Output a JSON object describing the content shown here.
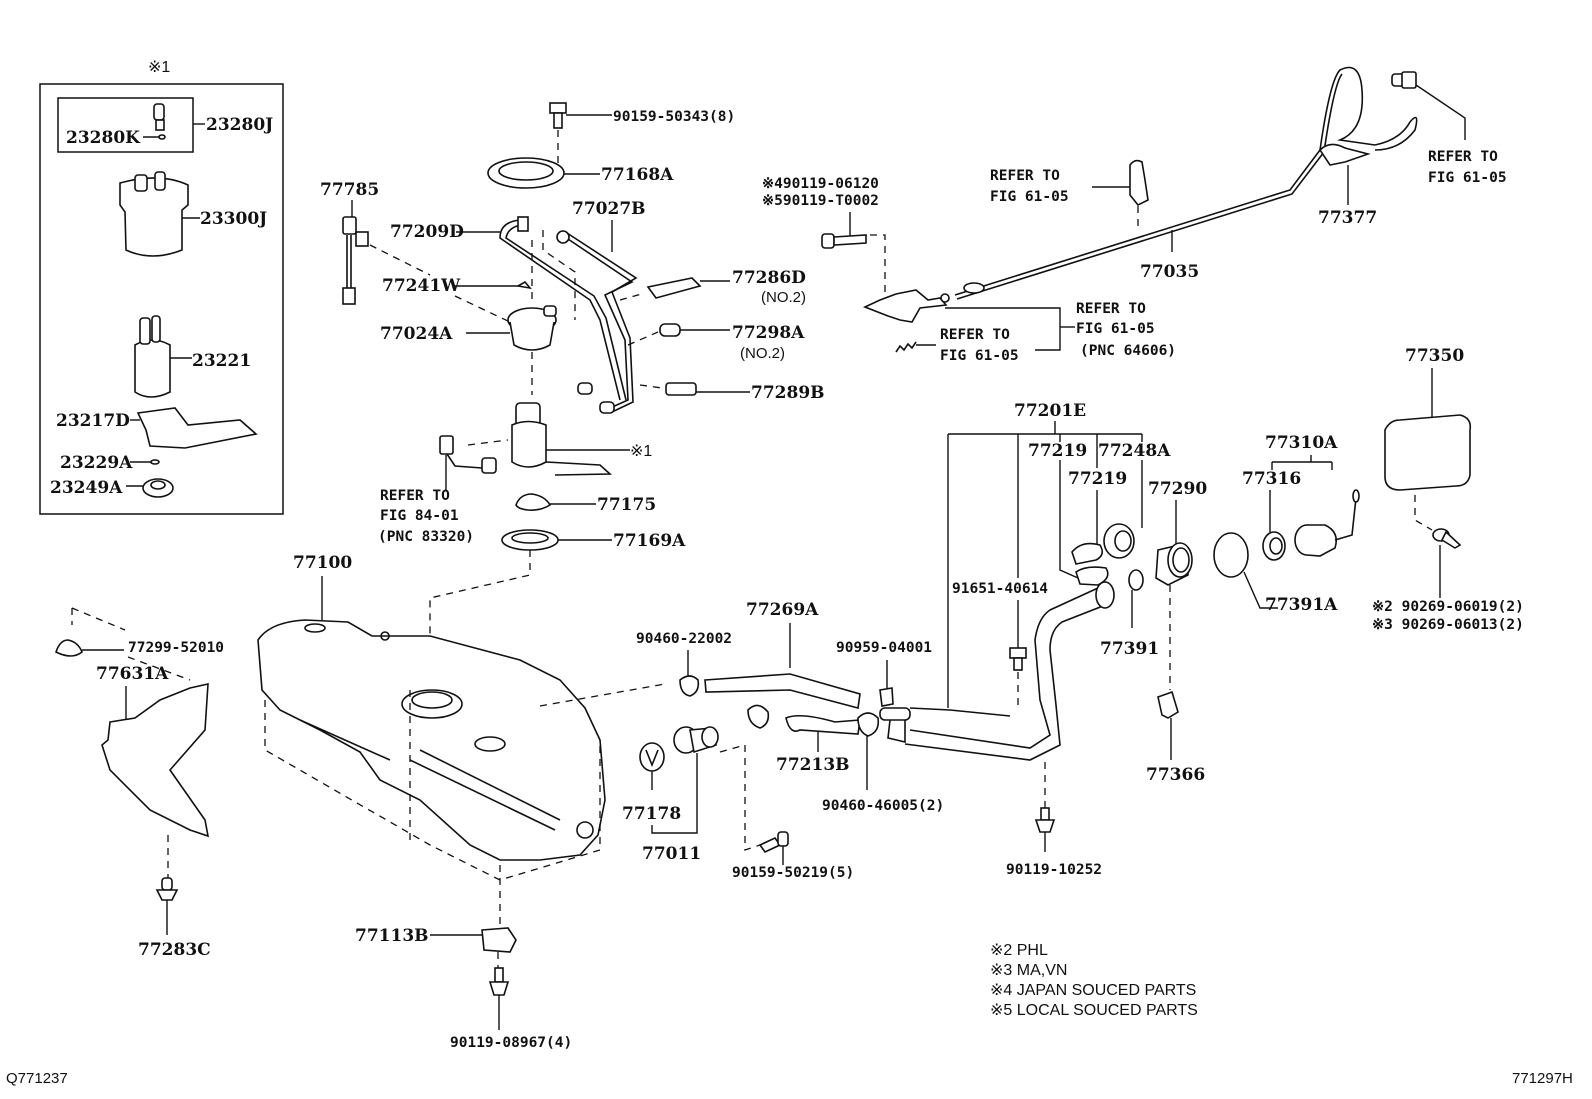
{
  "diagram": {
    "subassembly_marker": "※1",
    "subassembly_parts": {
      "p23280J": "23280J",
      "p23280K": "23280K",
      "p23300J": "23300J",
      "p23221": "23221",
      "p23217D": "23217D",
      "p23229A": "23229A",
      "p23249A": "23249A"
    },
    "parts": {
      "p90159_50343": "90159-50343(8)",
      "p77168A": "77168A",
      "p77785": "77785",
      "p77209D": "77209D",
      "p77027B": "77027B",
      "p77241W": "77241W",
      "p77286D": "77286D",
      "p77286D_note": "(NO.2)",
      "p77024A": "77024A",
      "p77298A": "77298A",
      "p77298A_note": "(NO.2)",
      "p77289B": "77289B",
      "pump_ref": "※1",
      "p77175": "77175",
      "p77169A": "77169A",
      "p490119": "※490119-06120",
      "p590119": "※590119-T0002",
      "p77035": "77035",
      "p77377": "77377",
      "p77350": "77350",
      "p77201E": "77201E",
      "p77219a": "77219",
      "p77219b": "77219",
      "p77248A": "77248A",
      "p77290": "77290",
      "p77310A": "77310A",
      "p77316": "77316",
      "p91651": "91651-40614",
      "p77391": "77391",
      "p77391A": "77391A",
      "p90269_a": "※2 90269-06019(2)",
      "p90269_b": "※3 90269-06013(2)",
      "p77100": "77100",
      "p77299": "77299-52010",
      "p77631A": "77631A",
      "p77283C": "77283C",
      "p90460_22002": "90460-22002",
      "p77269A": "77269A",
      "p90959": "90959-04001",
      "p77213B": "77213B",
      "p90460_46005": "90460-46005(2)",
      "p77178": "77178",
      "p77011": "77011",
      "p90159_50219": "90159-50219(5)",
      "p77366": "77366",
      "p90119_10252": "90119-10252",
      "p77113B": "77113B",
      "p90119_08967": "90119-08967(4)"
    },
    "references": {
      "fig84": [
        "REFER TO",
        "FIG 84-01",
        "(PNC 83320)"
      ],
      "fig61_top": [
        "REFER TO",
        "FIG 61-05"
      ],
      "fig61_right": [
        "REFER TO",
        "FIG 61-05"
      ],
      "fig61_lever": [
        "REFER TO",
        "FIG 61-05",
        "(PNC 64606)"
      ],
      "fig61_spring": [
        "REFER TO",
        "FIG 61-05"
      ]
    },
    "notes": [
      "※2 PHL",
      "※3 MA,VN",
      "※4 JAPAN SOUCED PARTS",
      "※5 LOCAL SOUCED PARTS"
    ],
    "footer": {
      "left_code": "Q771237",
      "right_code": "771297H"
    }
  }
}
